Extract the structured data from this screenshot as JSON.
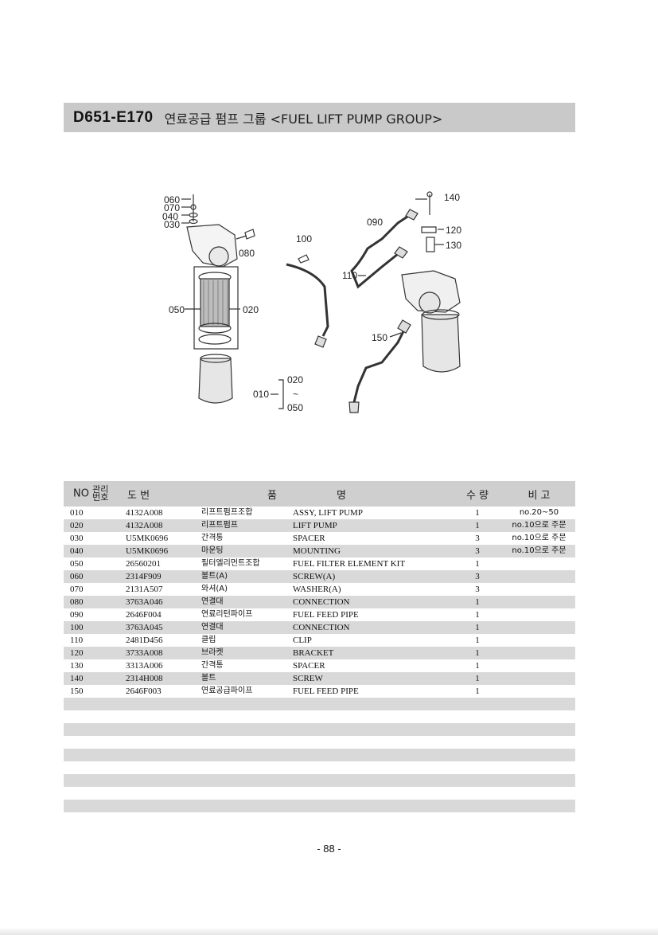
{
  "header": {
    "code": "D651-E170",
    "title": "연료공급 펌프 그룹 <FUEL LIFT PUMP GROUP>"
  },
  "diagram": {
    "callouts": [
      "060",
      "070",
      "040",
      "030",
      "080",
      "100",
      "090",
      "140",
      "120",
      "130",
      "110",
      "050",
      "020",
      "150",
      "010",
      "020",
      "~",
      "050"
    ]
  },
  "table": {
    "headers": {
      "no": "NO",
      "ref": "관리\n번호",
      "drawing": "도   번",
      "name_a": "품",
      "name_b": "명",
      "qty": "수   량",
      "remark": "비   고"
    },
    "rows": [
      {
        "no": "010",
        "part": "4132A008",
        "kname": "리프트펌프조합",
        "ename": "ASSY, LIFT PUMP",
        "qty": "1",
        "remark": "no.20~50"
      },
      {
        "no": "020",
        "part": "4132A008",
        "kname": "리프트펌프",
        "ename": "LIFT PUMP",
        "qty": "1",
        "remark": "no.10으로 주문"
      },
      {
        "no": "030",
        "part": "U5MK0696",
        "kname": "간격통",
        "ename": "SPACER",
        "qty": "3",
        "remark": "no.10으로 주문"
      },
      {
        "no": "040",
        "part": "U5MK0696",
        "kname": "마운팅",
        "ename": "MOUNTING",
        "qty": "3",
        "remark": "no.10으로 주문"
      },
      {
        "no": "050",
        "part": "26560201",
        "kname": "필터엘리먼트조합",
        "ename": "FUEL FILTER ELEMENT KIT",
        "qty": "1",
        "remark": ""
      },
      {
        "no": "060",
        "part": "2314F909",
        "kname": "볼트(A)",
        "ename": "SCREW(A)",
        "qty": "3",
        "remark": ""
      },
      {
        "no": "070",
        "part": "2131A507",
        "kname": "와셔(A)",
        "ename": "WASHER(A)",
        "qty": "3",
        "remark": ""
      },
      {
        "no": "080",
        "part": "3763A046",
        "kname": "연결대",
        "ename": "CONNECTION",
        "qty": "1",
        "remark": ""
      },
      {
        "no": "090",
        "part": "2646F004",
        "kname": "연료리턴파이프",
        "ename": "FUEL FEED PIPE",
        "qty": "1",
        "remark": ""
      },
      {
        "no": "100",
        "part": "3763A045",
        "kname": "연결대",
        "ename": "CONNECTION",
        "qty": "1",
        "remark": ""
      },
      {
        "no": "110",
        "part": "2481D456",
        "kname": "클립",
        "ename": "CLIP",
        "qty": "1",
        "remark": ""
      },
      {
        "no": "120",
        "part": "3733A008",
        "kname": "브라켓",
        "ename": "BRACKET",
        "qty": "1",
        "remark": ""
      },
      {
        "no": "130",
        "part": "3313A006",
        "kname": "간격통",
        "ename": "SPACER",
        "qty": "1",
        "remark": ""
      },
      {
        "no": "140",
        "part": "2314H008",
        "kname": "볼트",
        "ename": "SCREW",
        "qty": "1",
        "remark": ""
      },
      {
        "no": "150",
        "part": "2646F003",
        "kname": "연료공급파이프",
        "ename": "FUEL FEED PIPE",
        "qty": "1",
        "remark": ""
      }
    ]
  },
  "footer": {
    "page_number": "- 88 -"
  }
}
